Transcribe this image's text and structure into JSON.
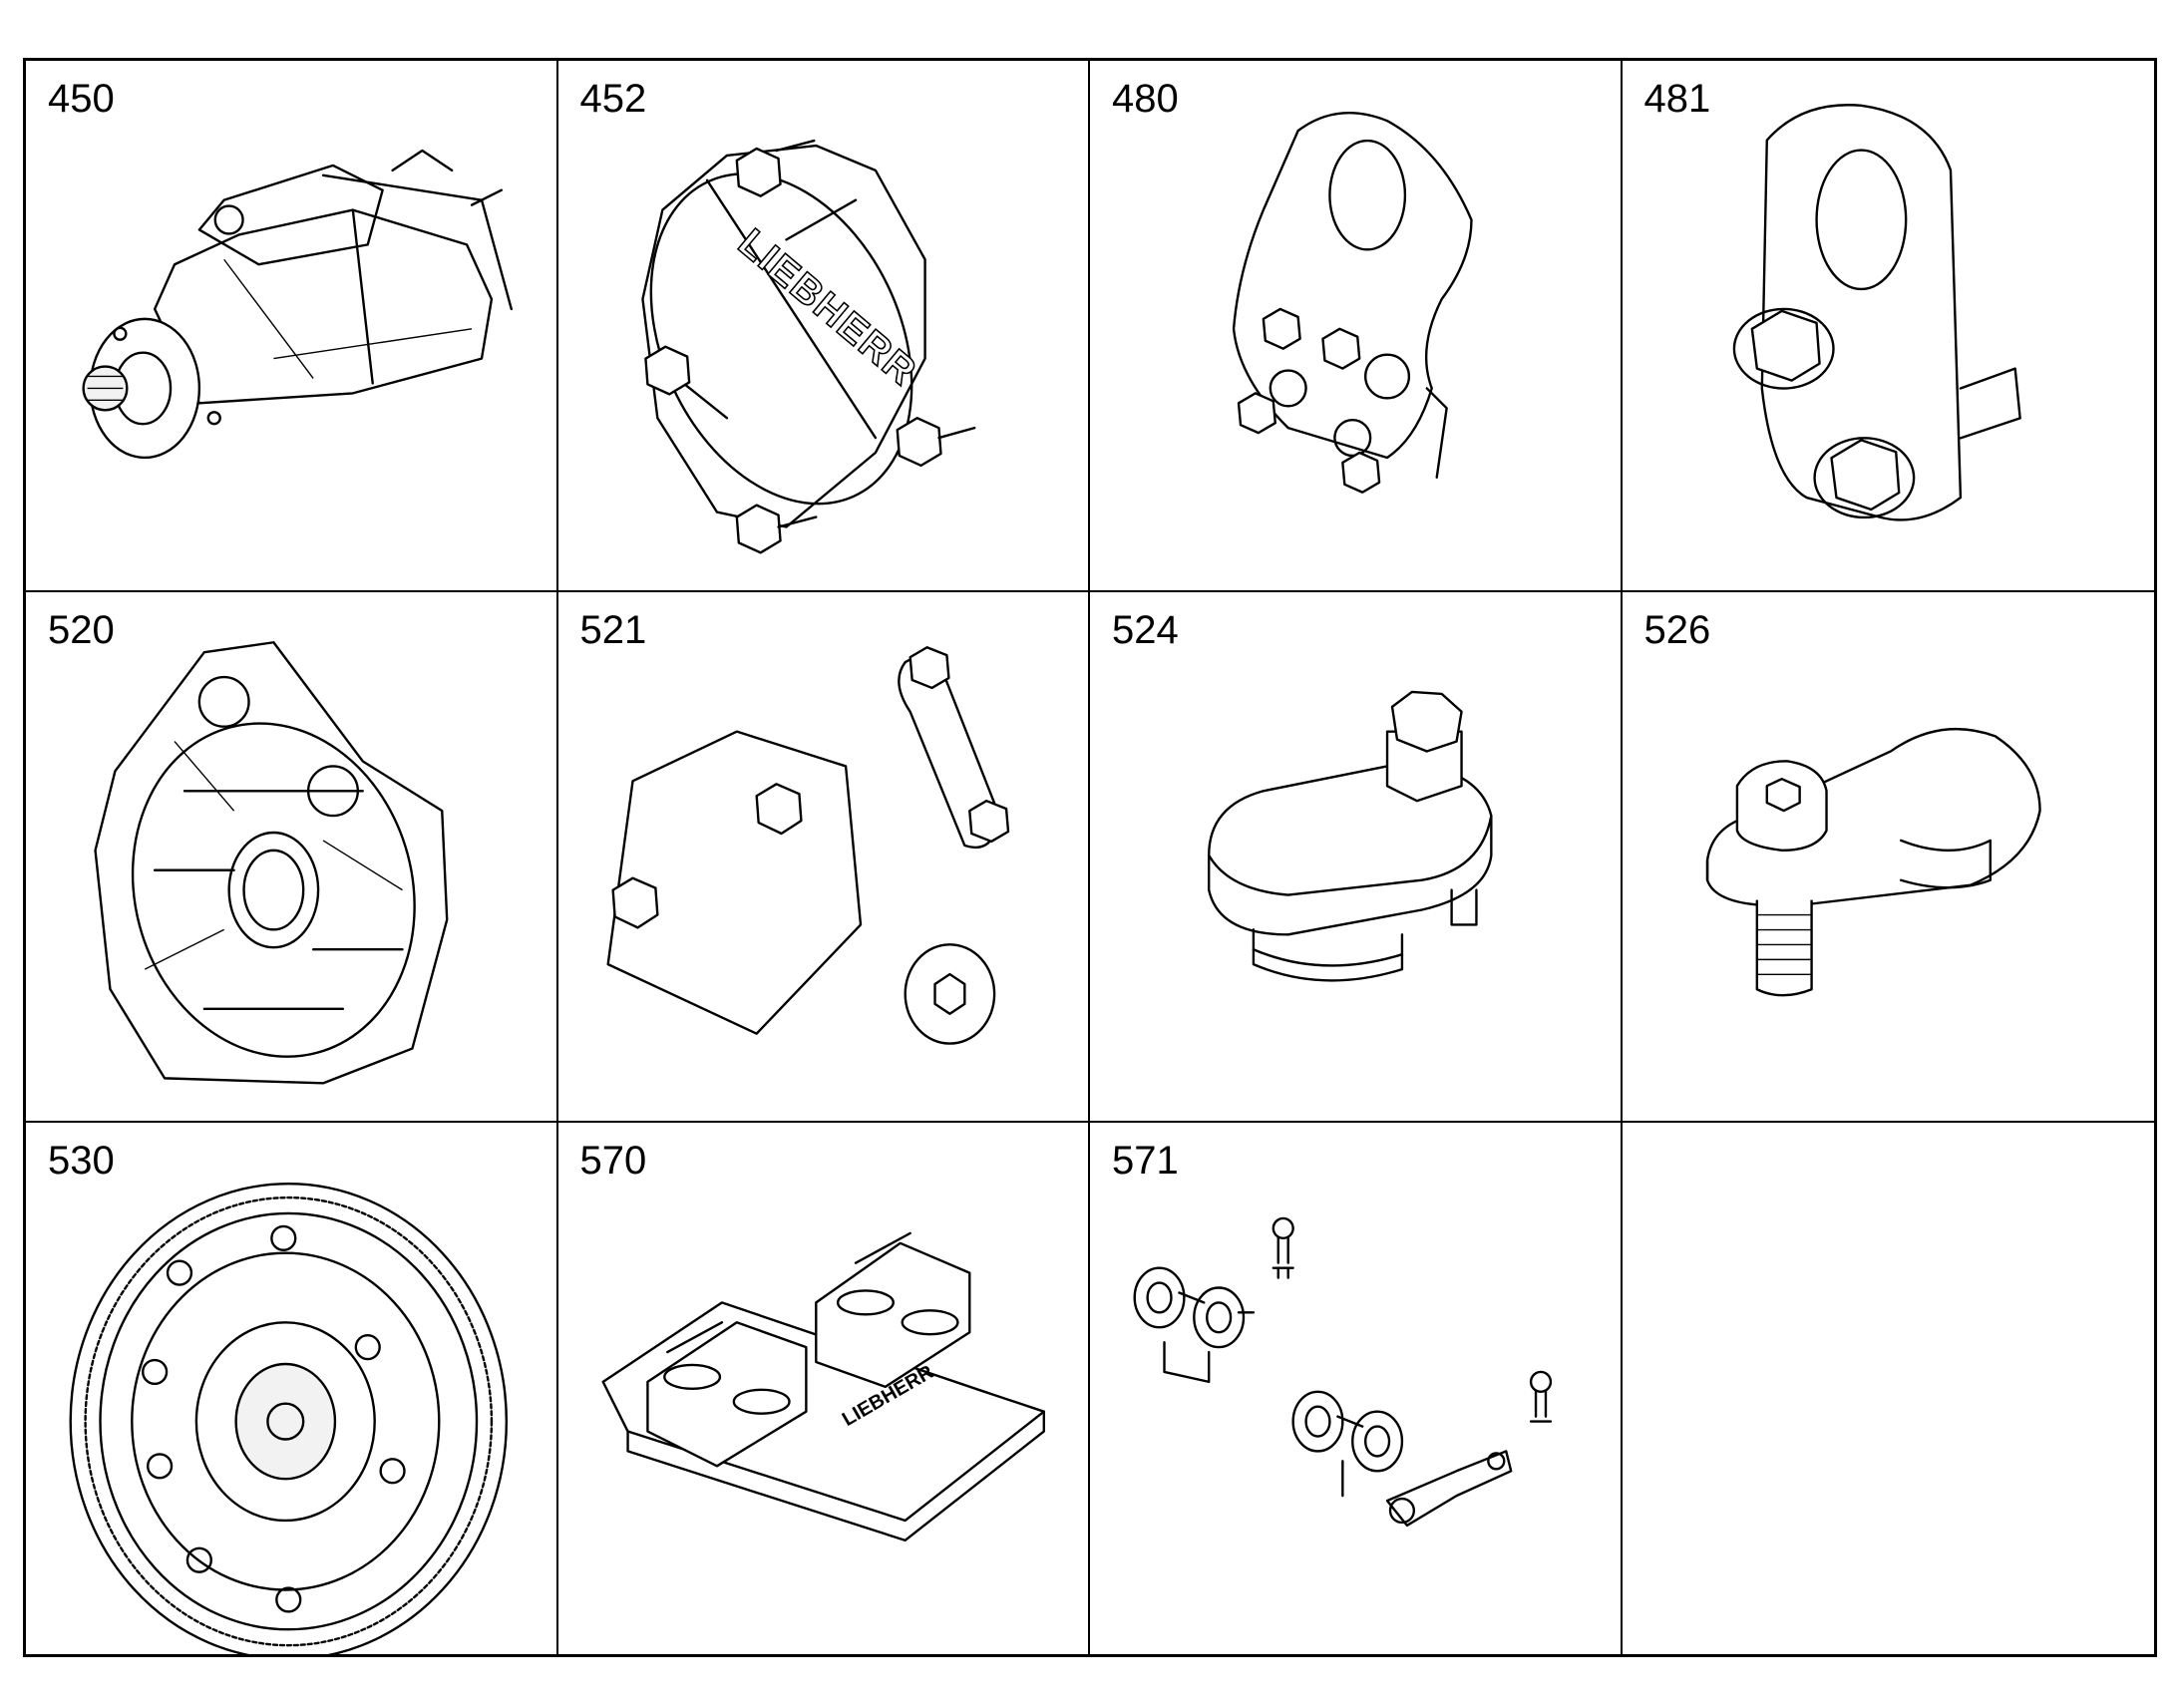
{
  "grid": {
    "cells": [
      {
        "number": "450",
        "icon": "starter-motor-icon"
      },
      {
        "number": "452",
        "icon": "cover-plate-icon",
        "logo_text": "LIEBHERR"
      },
      {
        "number": "480",
        "icon": "lifting-eye-bracket-icon"
      },
      {
        "number": "481",
        "icon": "lifting-eye-bracket-icon"
      },
      {
        "number": "520",
        "icon": "flywheel-housing-icon"
      },
      {
        "number": "521",
        "icon": "cover-plate-set-icon"
      },
      {
        "number": "524",
        "icon": "cam-lever-icon"
      },
      {
        "number": "526",
        "icon": "cam-lever-socket-icon"
      },
      {
        "number": "530",
        "icon": "flywheel-icon"
      },
      {
        "number": "570",
        "icon": "rocker-carrier-icon",
        "logo_text": "LIEBHERR"
      },
      {
        "number": "571",
        "icon": "clamp-set-icon"
      },
      {
        "number": "",
        "icon": ""
      }
    ]
  }
}
